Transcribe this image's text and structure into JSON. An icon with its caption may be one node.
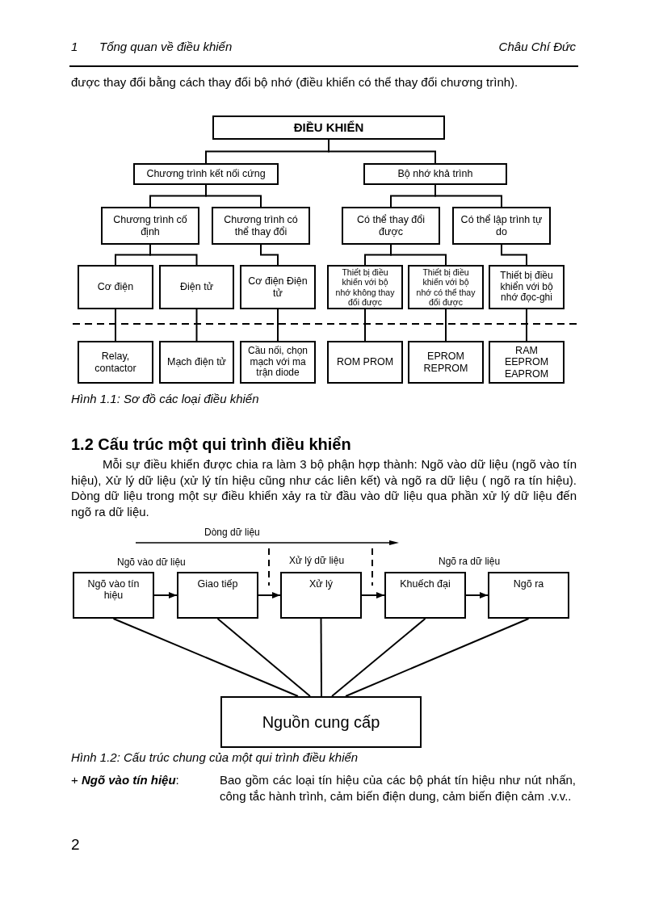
{
  "diagram": {
    "nodes": [
      {
        "text": [
          "ĐIỀU KHIỂN"
        ]
      },
      {
        "text": [
          "Chương trình kết nối cứng"
        ]
      },
      {
        "text": [
          "Bộ nhớ khả trình"
        ]
      },
      {
        "text": [
          "Chương trình cố định"
        ]
      },
      {
        "text": [
          "Chương trình có thể thay đổi"
        ]
      },
      {
        "text": [
          "Có thể  thay đổi được"
        ]
      },
      {
        "text": [
          "Có thể lập trình tự do"
        ]
      },
      {
        "text": [
          "Cơ điện"
        ]
      },
      {
        "text": [
          "Điện tử"
        ]
      },
      {
        "text": [
          "Cơ điện Điện tử"
        ]
      },
      {
        "text": [
          "Thiết bị điều khiển với bộ nhớ không thay đổi được"
        ]
      },
      {
        "text": [
          "Thiết bị điều khiển với bộ nhớ có thể thay đổi được"
        ]
      },
      {
        "text": [
          "Thiết bị điều khiển với bộ nhớ đọc-ghi"
        ]
      },
      {
        "text": [
          "Relay, contactor"
        ]
      },
      {
        "text": [
          "Mạch điện tử"
        ]
      },
      {
        "text": [
          "Cầu nối, chọn mạch với ma trận diode"
        ]
      },
      {
        "text": [
          "ROM PROM"
        ]
      },
      {
        "text": [
          "EPROM REPROM"
        ]
      },
      {
        "text": [
          "RAM EEPROM EAPROM"
        ]
      },
      {
        "text": [
          "Ngõ vào tín hiệu"
        ]
      },
      {
        "text": [
          "Giao tiếp"
        ]
      },
      {
        "text": [
          "Xử lý"
        ]
      },
      {
        "text": [
          "Khuếch đại"
        ]
      },
      {
        "text": [
          "Ngõ ra"
        ]
      },
      {
        "text": [
          "Nguồn cung cấp"
        ]
      }
    ],
    "edges": [
      {
        "from": 0,
        "to": 1,
        "arrow": "none"
      },
      {
        "from": 0,
        "to": 2,
        "arrow": "none"
      },
      {
        "from": 1,
        "to": 3,
        "arrow": "none"
      },
      {
        "from": 1,
        "to": 4,
        "arrow": "none"
      },
      {
        "from": 2,
        "to": 5,
        "arrow": "none"
      },
      {
        "from": 2,
        "to": 6,
        "arrow": "none"
      },
      {
        "from": 3,
        "to": 7,
        "arrow": "none"
      },
      {
        "from": 3,
        "to": 8,
        "arrow": "none"
      },
      {
        "from": 4,
        "to": 9,
        "arrow": "none"
      },
      {
        "from": 5,
        "to": 10,
        "arrow": "none"
      },
      {
        "from": 5,
        "to": 11,
        "arrow": "none"
      },
      {
        "from": 6,
        "to": 12,
        "arrow": "none"
      },
      {
        "from": 7,
        "to": 13,
        "arrow": "none"
      },
      {
        "from": 8,
        "to": 14,
        "arrow": "none"
      },
      {
        "from": 9,
        "to": 15,
        "arrow": "none"
      },
      {
        "from": 10,
        "to": 16,
        "arrow": "none"
      },
      {
        "from": 11,
        "to": 17,
        "arrow": "none"
      },
      {
        "from": 12,
        "to": 18,
        "arrow": "none"
      },
      {
        "from": 19,
        "to": 20,
        "arrow": "to"
      },
      {
        "from": 20,
        "to": 21,
        "arrow": "to"
      },
      {
        "from": 21,
        "to": 22,
        "arrow": "to"
      },
      {
        "from": 22,
        "to": 23,
        "arrow": "to"
      },
      {
        "from": 24,
        "to": 19,
        "arrow": "none"
      },
      {
        "from": 24,
        "to": 20,
        "arrow": "none"
      },
      {
        "from": 24,
        "to": 21,
        "arrow": "none"
      },
      {
        "from": 24,
        "to": 22,
        "arrow": "none"
      },
      {
        "from": 24,
        "to": 23,
        "arrow": "none"
      }
    ],
    "labels": [
      "1",
      "Tổng quan về điều khiển",
      "Châu Chí Đức",
      "được thay đổi bằng cách thay đổi bộ nhớ (điều khiển có thể thay đổi chương trình).",
      "Hình 1.1: Sơ đồ các loại điều khiển",
      "1.2 Cấu trúc một qui trình điều khiển",
      "Mỗi sự điều khiển được chia ra làm 3 bộ phận hợp thành: Ngõ vào dữ liệu (ngõ vào tín hiệu), Xử lý dữ liệu (xử lý tín hiệu cũng như các liên kết) và ngõ ra dữ liệu ( ngõ ra tín hiệu). Dòng dữ liệu trong một sự điều khiển xảy ra từ đầu vào dữ liệu qua phần xử lý dữ liệu đến ngõ ra dữ liệu.",
      "Dòng dữ liệu",
      "Ngõ vào dữ liệu",
      "Xử lý dữ liệu",
      "Ngõ ra dữ liệu",
      "Hình 1.2: Cấu trúc chung của một qui trình điều khiển",
      "+ **Ngõ vào tín hiệu**:",
      "Bao gồm các loại tín hiệu của các bộ phát tín hiệu như nút nhấn, công tắc hành trình, cảm biến điện dung, cảm biến điện cảm .v.v..",
      "2"
    ]
  }
}
